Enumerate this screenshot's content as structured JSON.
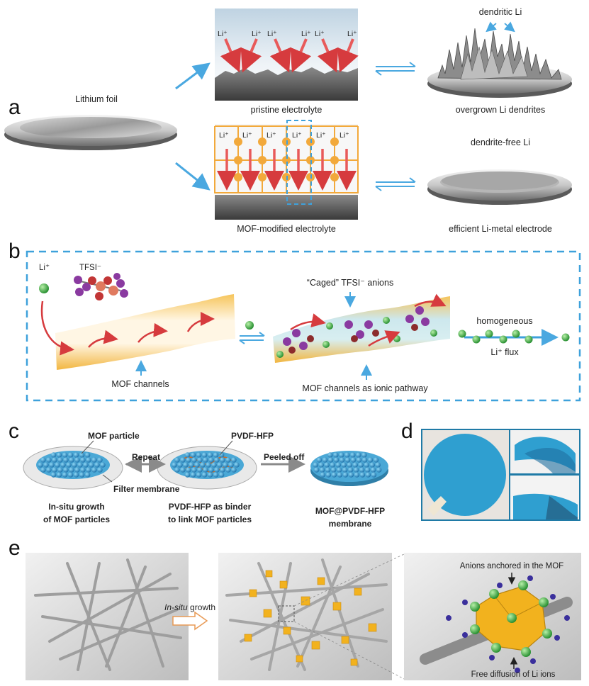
{
  "panel_letters": {
    "a": "a",
    "b": "b",
    "c": "c",
    "d": "d",
    "e": "e"
  },
  "panel_a": {
    "lithium_foil": "Lithium foil",
    "pristine_electrolyte": "pristine electrolyte",
    "mof_modified_electrolyte": "MOF-modified electrolyte",
    "dendritic_li": "dendritic Li",
    "overgrown_dendrites": "overgrown Li  dendrites",
    "dendrite_free": "dendrite-free Li",
    "efficient_electrode": "efficient Li-metal electrode",
    "li_ion": "Li⁺"
  },
  "panel_b": {
    "li_ion": "Li⁺",
    "tfsi": "TFSI⁻",
    "caged_anions": "“Caged” TFSI⁻ anions",
    "homogeneous": "homogeneous",
    "li_flux": "Li⁺ flux",
    "mof_channels": "MOF channels",
    "mof_channels_ionic": "MOF channels as ionic pathway"
  },
  "panel_c": {
    "mof_particle": "MOF particle",
    "repeat": "Repeat",
    "filter_membrane": "Filter membrane",
    "pvdf_hfp": "PVDF-HFP",
    "peeled_off": "Peeled off",
    "insitu_growth_1": "In-situ growth",
    "insitu_growth_2": "of MOF particles",
    "binder_1": "PVDF-HFP as binder",
    "binder_2": "to link MOF particles",
    "membrane_1": "MOF@PVDF-HFP",
    "membrane_2": "membrane"
  },
  "panel_e": {
    "insitu_italic": "In-situ",
    "growth": " growth",
    "anions_anchored": "Anions anchored in the MOF",
    "free_diffusion": "Free diffusion of Li ions"
  },
  "colors": {
    "arrow_blue": "#4aa8e0",
    "red_arrow": "#e2474a",
    "mof_orange": "#f2a93b",
    "dashed_blue": "#3ea1db",
    "membrane_blue": "#2f9fd0",
    "li_green": "#3cb44a",
    "tfsi_purple": "#8a3aa0",
    "cube_yellow": "#f2b21e"
  }
}
